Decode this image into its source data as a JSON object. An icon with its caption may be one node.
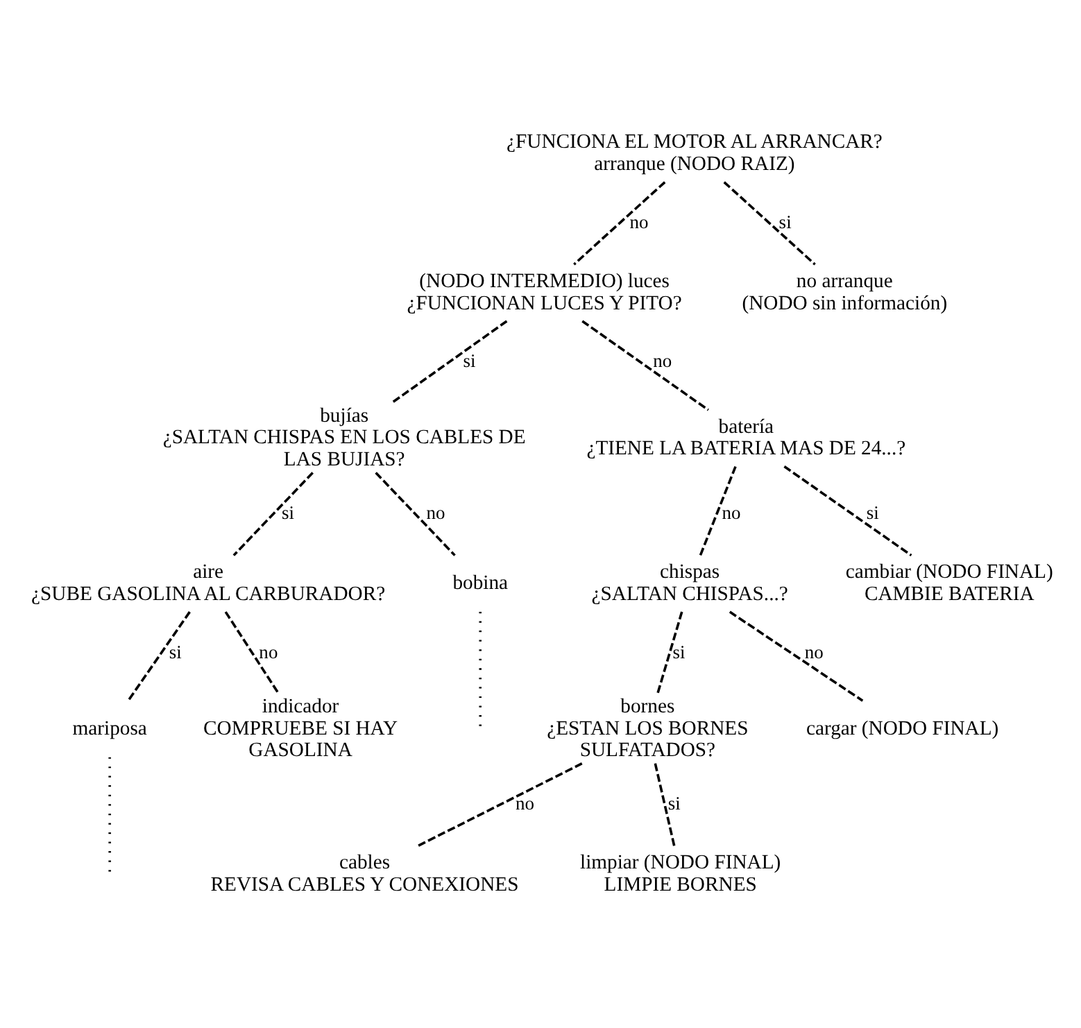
{
  "diagram": {
    "nodes": [
      {
        "text": [
          "¿FUNCIONA EL MOTOR AL ARRANCAR?",
          "arranque (NODO RAIZ)"
        ]
      },
      {
        "text": [
          "(NODO INTERMEDIO) luces",
          "¿FUNCIONAN LUCES Y PITO?"
        ]
      },
      {
        "text": [
          "no arranque",
          "(NODO sin información)"
        ]
      },
      {
        "text": [
          "bujías",
          "¿SALTAN CHISPAS EN LOS CABLES DE LAS BUJIAS?"
        ]
      },
      {
        "text": [
          "batería",
          "¿TIENE LA BATERIA MAS DE 24...?"
        ]
      },
      {
        "text": [
          "aire",
          "¿SUBE GASOLINA AL CARBURADOR?"
        ]
      },
      {
        "text": [
          "bobina"
        ]
      },
      {
        "text": [
          "chispas",
          "¿SALTAN CHISPAS...?"
        ]
      },
      {
        "text": [
          "cambiar (NODO FINAL)",
          "CAMBIE BATERIA"
        ]
      },
      {
        "text": [
          "mariposa"
        ]
      },
      {
        "text": [
          "indicador",
          "COMPRUEBE SI HAY GASOLINA"
        ]
      },
      {
        "text": [
          "bornes",
          "¿ESTAN LOS BORNES SULFATADOS?"
        ]
      },
      {
        "text": [
          "cargar (NODO FINAL)"
        ]
      },
      {
        "text": [
          "cables",
          "REVISA CABLES Y CONEXIONES"
        ]
      },
      {
        "text": [
          "limpiar (NODO FINAL)",
          "LIMPIE BORNES"
        ]
      }
    ],
    "edges": [
      {
        "from": 0,
        "to": 1,
        "arrow": "none",
        "label": "no",
        "style": "dashed"
      },
      {
        "from": 0,
        "to": 2,
        "arrow": "none",
        "label": "si",
        "style": "dashed"
      },
      {
        "from": 1,
        "to": 3,
        "arrow": "none",
        "label": "si",
        "style": "dashed"
      },
      {
        "from": 1,
        "to": 4,
        "arrow": "none",
        "label": "no",
        "style": "dashed"
      },
      {
        "from": 3,
        "to": 5,
        "arrow": "none",
        "label": "si",
        "style": "dashed"
      },
      {
        "from": 3,
        "to": 6,
        "arrow": "none",
        "label": "no",
        "style": "dashed"
      },
      {
        "from": 4,
        "to": 7,
        "arrow": "none",
        "label": "no",
        "style": "dashed"
      },
      {
        "from": 4,
        "to": 8,
        "arrow": "none",
        "label": "si",
        "style": "dashed"
      },
      {
        "from": 5,
        "to": 9,
        "arrow": "none",
        "label": "si",
        "style": "dashed"
      },
      {
        "from": 5,
        "to": 10,
        "arrow": "none",
        "label": "no",
        "style": "dashed"
      },
      {
        "from": 6,
        "to": null,
        "arrow": "none",
        "style": "dashed"
      },
      {
        "from": 7,
        "to": 11,
        "arrow": "none",
        "label": "si",
        "style": "dashed"
      },
      {
        "from": 7,
        "to": 12,
        "arrow": "none",
        "label": "no",
        "style": "dashed"
      },
      {
        "from": 9,
        "to": null,
        "arrow": "none",
        "style": "dashed"
      },
      {
        "from": 11,
        "to": 13,
        "arrow": "none",
        "label": "no",
        "style": "dashed"
      },
      {
        "from": 11,
        "to": 14,
        "arrow": "none",
        "label": "si",
        "style": "dashed"
      }
    ]
  }
}
